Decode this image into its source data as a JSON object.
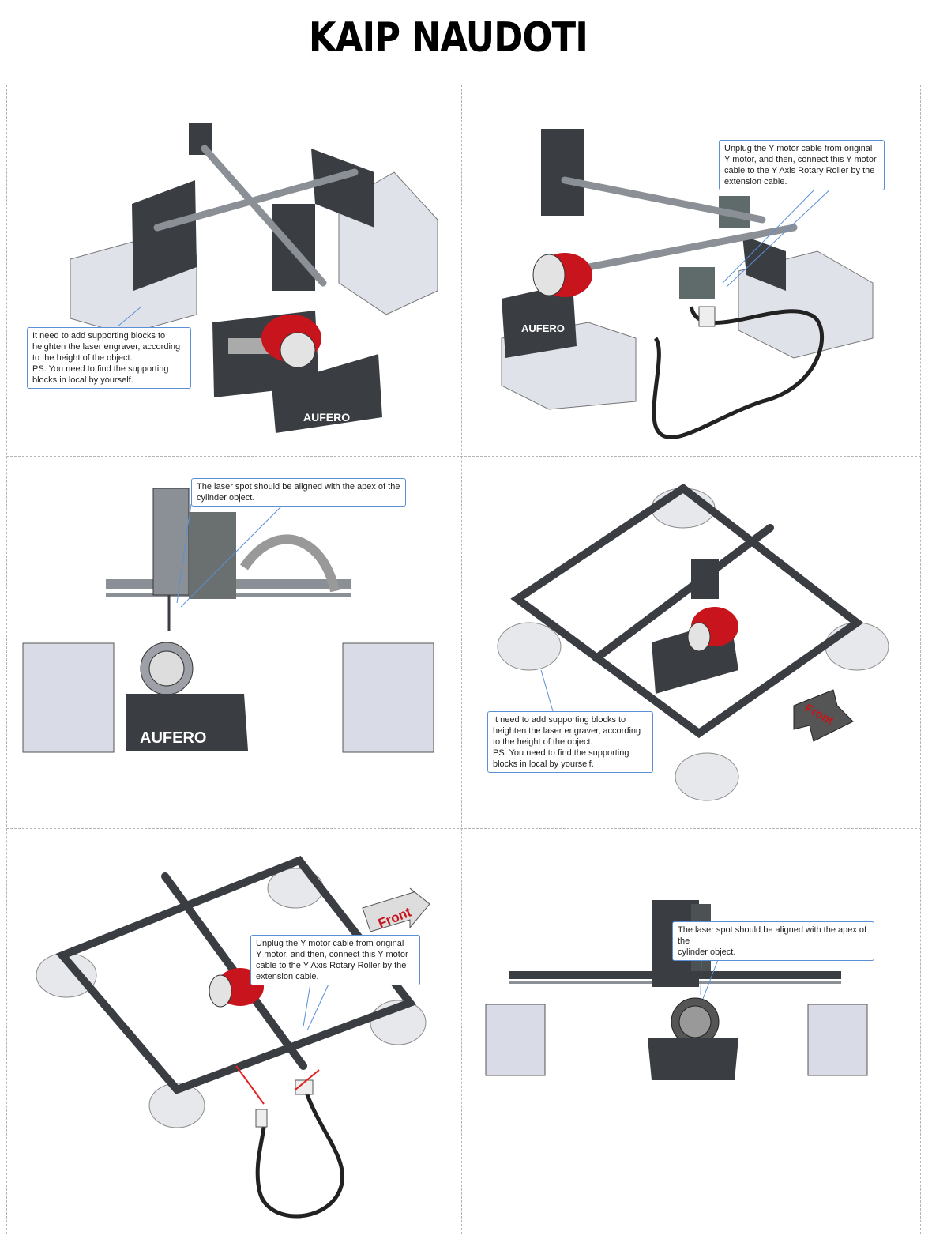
{
  "page": {
    "title": "KAIP NAUDOTI"
  },
  "panels": [
    {
      "callout": "It need to add supporting blocks to\nheighten the laser engraver, according\nto the height of the object.\nPS. You need to find the supporting\nblocks in local by yourself.",
      "brand": "AUFERO"
    },
    {
      "callout": "Unplug the Y motor cable from original\nY motor, and then, connect this Y motor\ncable to the Y Axis Rotary Roller by the\nextension cable.",
      "brand": "AUFERO"
    },
    {
      "callout": "The laser spot should be aligned with the apex of the\ncylinder object.",
      "brand": "AUFERO"
    },
    {
      "callout": "It need to add supporting blocks to\nheighten the laser engraver, according\nto the height of the object.\nPS. You need to find the supporting\nblocks in local by yourself.",
      "arrow": "Front"
    },
    {
      "callout": "Unplug the Y motor cable from original\nY motor, and then, connect this Y motor\ncable to the Y Axis Rotary Roller by the\nextension cable.",
      "arrow": "Front"
    },
    {
      "callout": "The laser spot should be aligned with the apex of the\ncylinder object."
    }
  ],
  "colors": {
    "frame": "#3a3d42",
    "can_red": "#c8141c",
    "block": "#d9dce6",
    "callout_border": "#5b8fd6"
  }
}
